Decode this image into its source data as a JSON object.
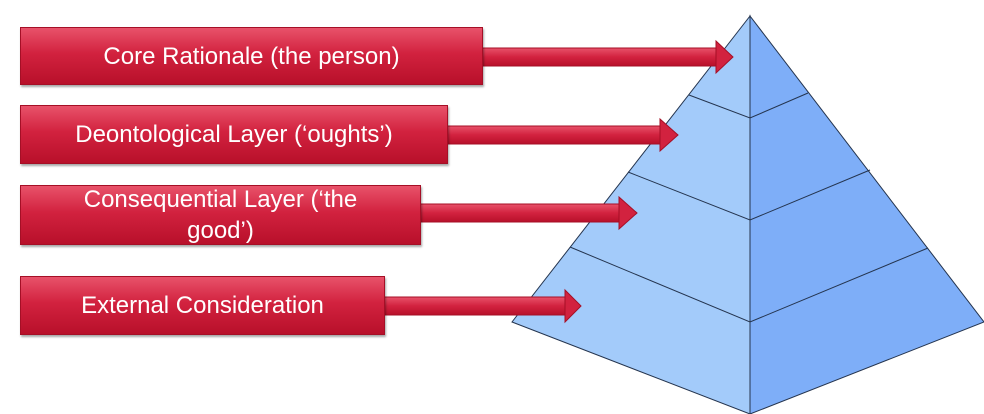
{
  "diagram": {
    "layers": [
      {
        "label": "Core Rationale (the person)"
      },
      {
        "label": "Deontological Layer (‘oughts’)"
      },
      {
        "label": "Consequential Layer (‘the good’)"
      },
      {
        "label": "External Consideration"
      }
    ],
    "colors": {
      "pyramid_left": "#a3cbfa",
      "pyramid_right": "#7eaef8",
      "pyramid_lines": "#24344e",
      "arrow_red": "#d2223f"
    }
  }
}
